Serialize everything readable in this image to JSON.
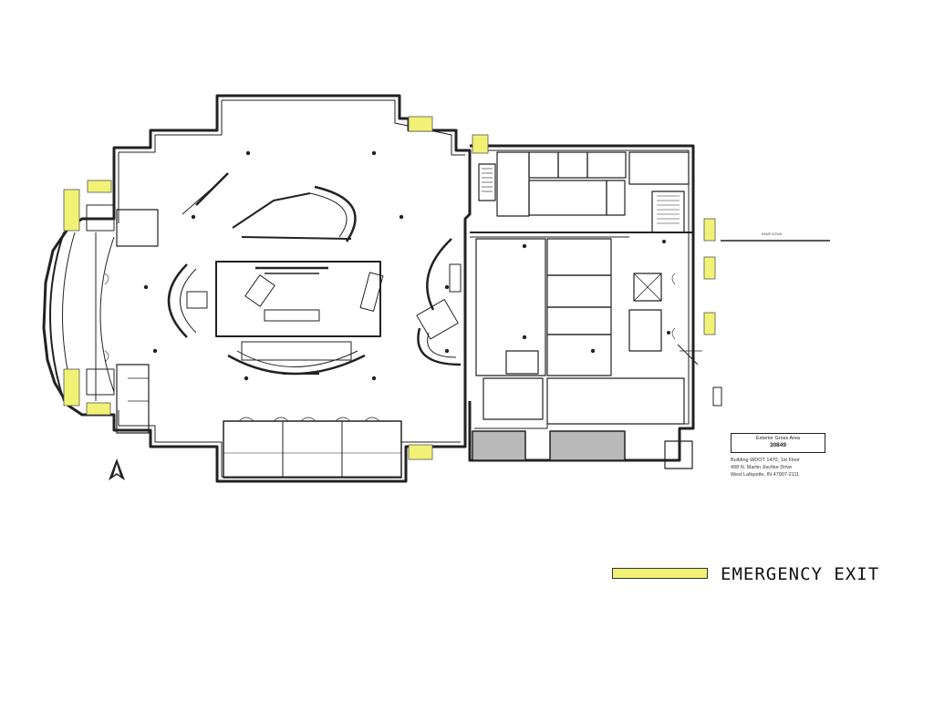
{
  "area_box": {
    "title": "Exterior Gross Area",
    "value": "30849"
  },
  "address": {
    "line1": "Building WDOT 1470, 1st Floor",
    "line2": "498 N. Martin Jischke Drive",
    "line3": "West Lafayette, IN 47907-2111"
  },
  "legend": {
    "label": "EMERGENCY EXIT",
    "swatch_color": "#f1f275"
  },
  "colors": {
    "wall": "#222222",
    "exit": "#f1f275",
    "shade": "#b9b9b9"
  },
  "icons": {
    "north_arrow": "north-arrow-icon"
  }
}
